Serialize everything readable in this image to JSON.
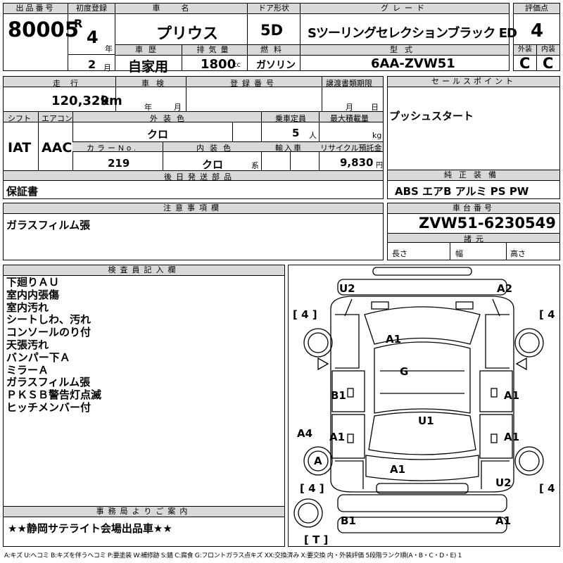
{
  "top": {
    "lot_label": "出品番号",
    "lot_no": "80005",
    "reg_label": "初度登録",
    "era": "R",
    "reg_year": "4",
    "year_unit": "年",
    "reg_month": "2",
    "month_unit": "月",
    "name_label": "車名",
    "car_name": "プリウス",
    "door_label": "ドア形状",
    "door": "5D",
    "grade_label": "グレード",
    "grade": "Sツーリングセレクションブラック ED",
    "score_label": "評価点",
    "score": "4",
    "history_label": "車歴",
    "history": "自家用",
    "disp_label": "排気量",
    "displacement": "1800",
    "cc": "cc",
    "fuel_label": "燃料",
    "fuel": "ガソリン",
    "model_label": "型式",
    "model": "6AA-ZVW51",
    "ext_label": "外装",
    "ext_grade": "C",
    "int_label": "内装",
    "int_grade": "C"
  },
  "mid": {
    "mileage_label": "走行",
    "mileage": "120,329",
    "km": "km",
    "inspect_label": "車検",
    "nen": "年",
    "tsuki": "月",
    "plate_label": "登録番号",
    "transfer_label": "譲渡書類期限",
    "t_tsuki": "月",
    "t_hi": "日",
    "sales_label": "セールスポイント",
    "sales_text": "プッシュスタート",
    "shift_label": "シフト",
    "shift": "IAT",
    "ac_label": "エアコン",
    "ac": "AAC",
    "color_label": "外装色",
    "color": "クロ",
    "capacity_label": "乗車定員",
    "capacity": "5",
    "nin": "人",
    "load_label": "最大積載量",
    "kg": "kg",
    "colorno_label": "カラーNo.",
    "color_no": "219",
    "intcolor_label": "内装色",
    "int_color": "クロ",
    "kei": "系",
    "import_label": "輸入車",
    "recycle_label": "リサイクル預託金",
    "recycle": "9,830",
    "en": "円",
    "later_label": "後日発送部品",
    "later_text": "保証書",
    "equip_label": "純正装備",
    "equip_text": "ABS エアB アルミ PS PW"
  },
  "notes": {
    "caution_label": "注意事項欄",
    "caution_text": "ガラスフィルム張",
    "chassis_label": "車台番号",
    "chassis": "ZVW51-6230549",
    "dims_label": "諸元",
    "length": "長さ",
    "width": "幅",
    "height": "高さ"
  },
  "inspector": {
    "label": "検査員記入欄",
    "lines": [
      "下廻りＡＵ",
      "室内内張傷",
      "室内汚れ",
      "シートしわ、汚れ",
      "コンソールのり付",
      "天張汚れ",
      "バンパー下Ａ",
      "ミラーＡ",
      "ガラスフィルム張",
      "ＰＫＳＢ警告灯点滅",
      "ヒッチメンバー付"
    ]
  },
  "office": {
    "label": "事務局よりご案内",
    "text": "★★静岡サテライト会場出品車★★"
  },
  "diagram": {
    "marks": [
      "U2",
      "A2",
      "4",
      "4",
      "A1",
      "G",
      "B1",
      "A1",
      "A4",
      "U1",
      "A1",
      "A1",
      "A",
      "A1",
      "4",
      "U2",
      "4",
      "B1",
      "A1",
      "T"
    ]
  },
  "legend": "A:キズ U:ヘコミ B:キズを伴うヘコミ P:要塗装 W:補修跡 S:錆 C:腐食 G:フロントガラス点キズ XX:交換済み X:要交換 内・外装評価 5段階ランク順(A・B・C・D・E) 1"
}
